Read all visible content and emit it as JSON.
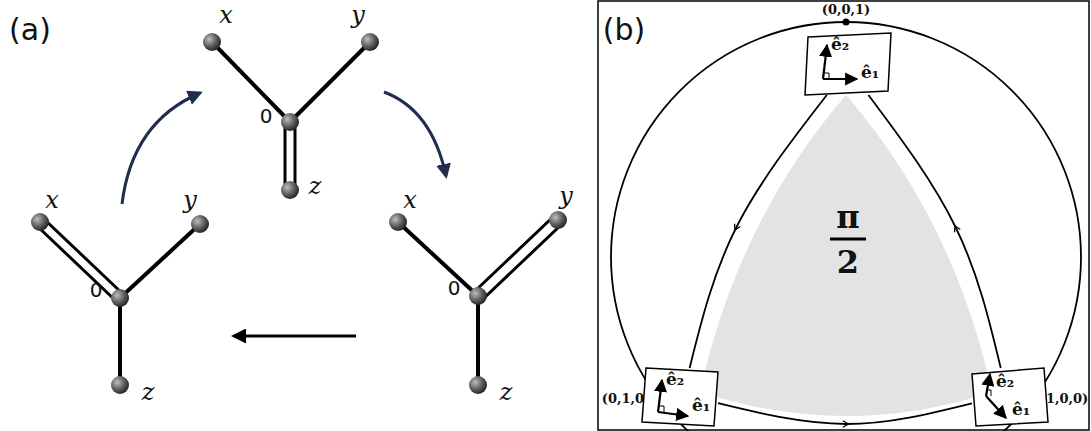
{
  "diagram": {
    "nodes": [
      {
        "text": [
          "ê₂",
          "ê₁"
        ]
      },
      {
        "text": [
          "ê₂",
          "ê₁"
        ]
      },
      {
        "text": [
          "ê₂",
          "ê₁"
        ]
      }
    ],
    "edges": [
      {
        "from": 0,
        "to": 1,
        "arrow": "to"
      },
      {
        "from": 1,
        "to": 2,
        "arrow": "to"
      },
      {
        "from": 2,
        "to": 0,
        "arrow": "to"
      }
    ],
    "labels": [
      "(a)",
      "x",
      "y",
      "0",
      "z",
      "x",
      "y",
      "0",
      "z",
      "x",
      "y",
      "0",
      "z",
      "(b)",
      "(0,0,1)",
      "(0,1,0)",
      "(1,0,0)",
      "π",
      "2"
    ]
  }
}
